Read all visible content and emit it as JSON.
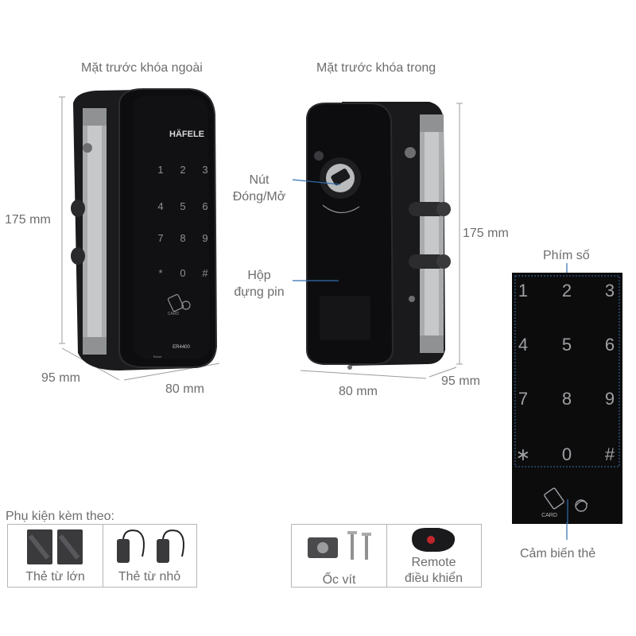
{
  "captions": {
    "outer_front": "Mặt trước khóa ngoài",
    "inner_front": "Mặt trước khóa trong"
  },
  "dimensions": {
    "outer_height": "175 mm",
    "outer_depth": "95 mm",
    "outer_width": "80 mm",
    "inner_height": "175 mm",
    "inner_width": "80 mm",
    "inner_depth": "95 mm"
  },
  "device": {
    "brand": "HÄFELE",
    "model": "ER4400",
    "card_label": "CARD",
    "reset_label": "Reset",
    "keys": [
      "1",
      "2",
      "3",
      "4",
      "5",
      "6",
      "7",
      "8",
      "9",
      "*",
      "0",
      "#"
    ]
  },
  "callouts": {
    "knob": [
      "Nút",
      "Đóng/Mở"
    ],
    "battery": [
      "Hộp",
      "đựng pin"
    ],
    "keypad": "Phím số",
    "card_sensor": "Cảm biến thẻ"
  },
  "big_keypad": {
    "keys": [
      "1",
      "2",
      "3",
      "4",
      "5",
      "6",
      "7",
      "8",
      "9",
      "∗",
      "0",
      "#"
    ],
    "card_label": "CARD"
  },
  "accessories": {
    "heading": "Phụ kiện kèm theo:",
    "items": [
      {
        "label": "Thẻ từ lớn"
      },
      {
        "label": "Thẻ từ nhỏ"
      },
      {
        "label": "Ốc vít"
      },
      {
        "label": "Remote",
        "label2": "điều khiển"
      }
    ]
  },
  "colors": {
    "lock_body": "#0d0d0f",
    "metal": "#a9abad",
    "text_gray": "#6d6d6d",
    "callout_line": "#2f6fb0"
  }
}
